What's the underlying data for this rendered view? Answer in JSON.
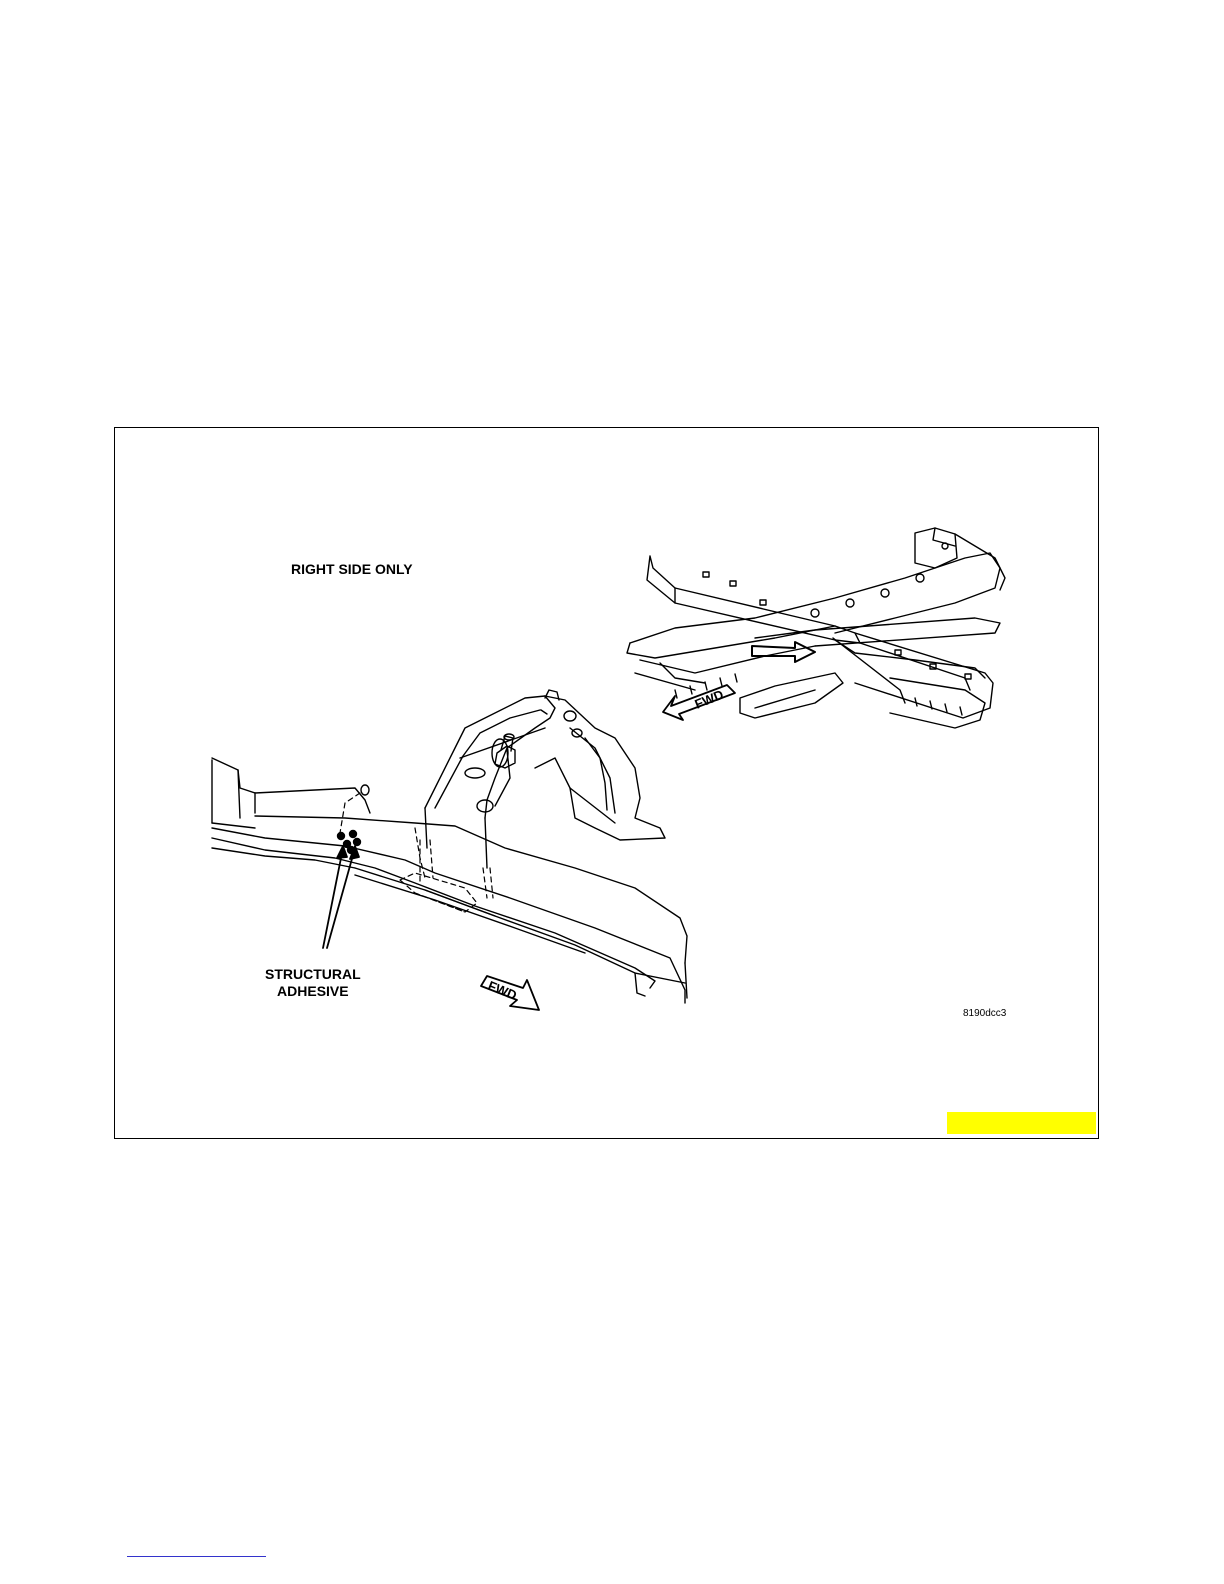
{
  "figure": {
    "label_right_side": "RIGHT SIDE ONLY",
    "label_adhesive_line1": "STRUCTURAL",
    "label_adhesive_line2": "ADHESIVE",
    "fwd_label": "FWD",
    "figure_id": "8190dcc3"
  },
  "colors": {
    "line": "#000000",
    "highlight": "#ffff00",
    "link": "#3333cc"
  }
}
